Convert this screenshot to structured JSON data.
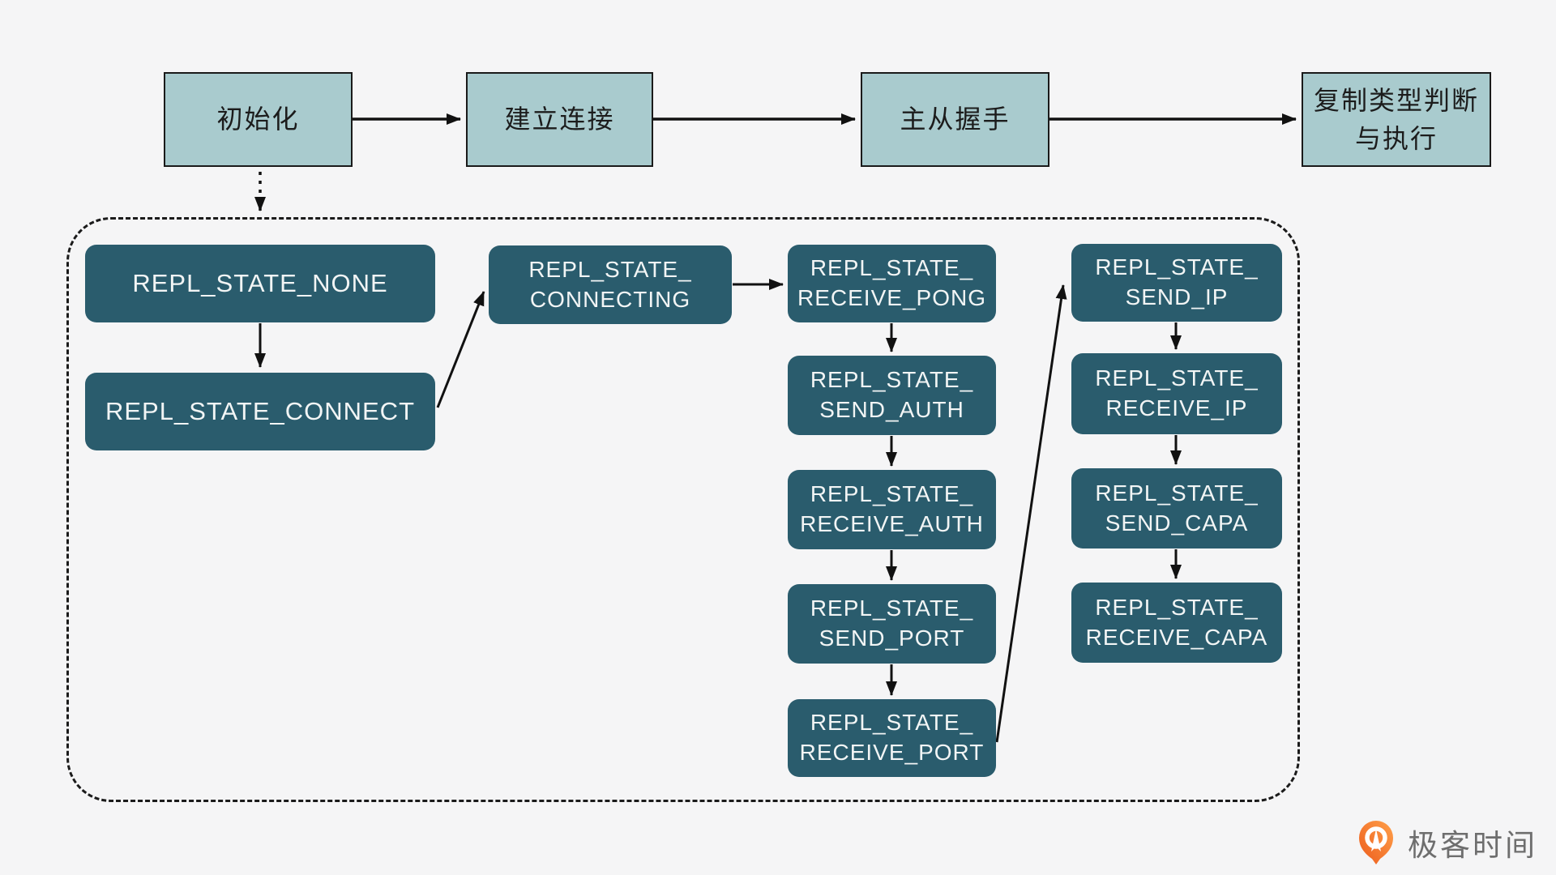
{
  "colors": {
    "background": "#f5f5f6",
    "phase_box_fill": "#a9cbce",
    "phase_box_border": "#1a1a1a",
    "state_box_fill": "#2a5c6d",
    "state_box_text": "#f2f5f5",
    "arrow": "#111111",
    "logo_orange_light": "#ffa04a",
    "logo_orange_dark": "#ec5b1c",
    "logo_text_color": "#6e6e6e"
  },
  "phases": [
    {
      "label": "初始化"
    },
    {
      "label": "建立连接"
    },
    {
      "label": "主从握手"
    },
    {
      "label_line1": "复制类型判断",
      "label_line2": "与执行"
    }
  ],
  "states": [
    {
      "line1": "REPL_STATE_NONE"
    },
    {
      "line1": "REPL_STATE_CONNECT"
    },
    {
      "line1": "REPL_STATE_",
      "line2": "CONNECTING"
    },
    {
      "line1": "REPL_STATE_",
      "line2": "RECEIVE_PONG"
    },
    {
      "line1": "REPL_STATE_",
      "line2": "SEND_AUTH"
    },
    {
      "line1": "REPL_STATE_",
      "line2": "RECEIVE_AUTH"
    },
    {
      "line1": "REPL_STATE_",
      "line2": "SEND_PORT"
    },
    {
      "line1": "REPL_STATE_",
      "line2": "RECEIVE_PORT"
    },
    {
      "line1": "REPL_STATE_",
      "line2": "SEND_IP"
    },
    {
      "line1": "REPL_STATE_",
      "line2": "RECEIVE_IP"
    },
    {
      "line1": "REPL_STATE_",
      "line2": "SEND_CAPA"
    },
    {
      "line1": "REPL_STATE_",
      "line2": "RECEIVE_CAPA"
    }
  ],
  "logo": {
    "text": "极客时间"
  }
}
